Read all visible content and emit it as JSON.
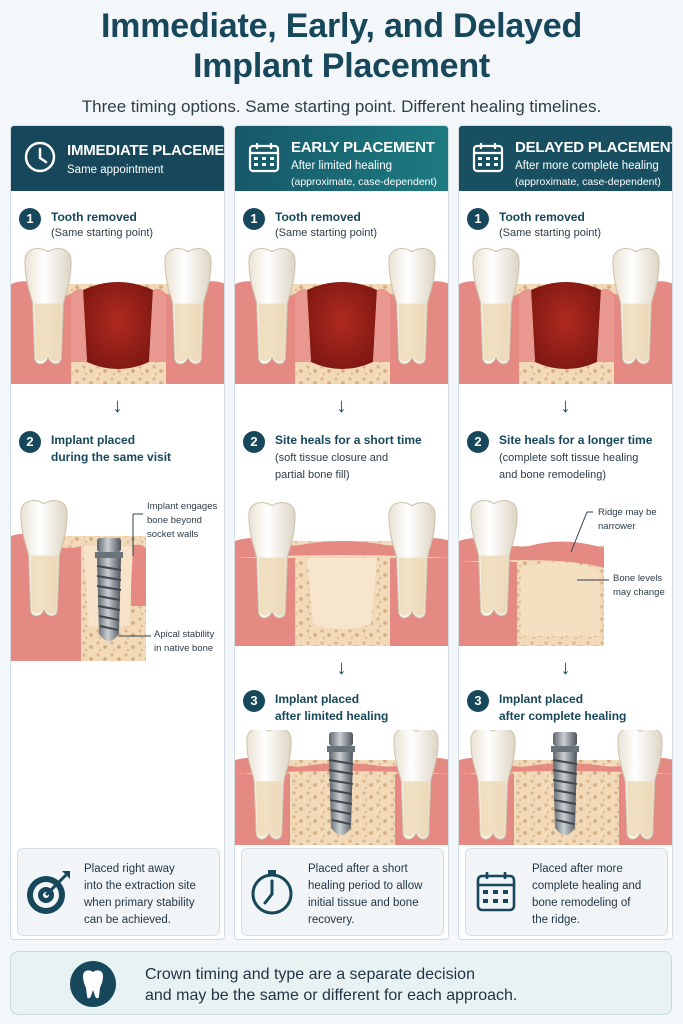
{
  "title_line1": "Immediate, Early, and Delayed",
  "title_line2": "Implant Placement",
  "subtitle": "Three timing options. Same starting point. Different healing timelines.",
  "colors": {
    "navy": "#17475a",
    "teal": "#1d7b80",
    "gum": "#e58a82",
    "bone": "#f2d9b8",
    "socket": "#a8261e",
    "metal": "#8a9299"
  },
  "columns": [
    {
      "icon": "clock-icon",
      "title": "IMMEDIATE PLACEMENT",
      "subtitle": "Same appointment",
      "step1": {
        "num": "1",
        "title": "Tooth removed",
        "line": "(Same starting point)"
      },
      "step2": {
        "num": "2",
        "title": "Implant placed",
        "line": "during the same visit"
      },
      "note_top": [
        "Implant engages",
        "bone beyond",
        "socket walls"
      ],
      "note_bottom": [
        "Apical stability",
        "in native bone"
      ],
      "summary": [
        "Placed right away",
        "into the extraction site",
        "when primary stability",
        "can be achieved."
      ],
      "summary_icon": "target-icon"
    },
    {
      "icon": "calendar-icon",
      "title": "EARLY PLACEMENT",
      "subtitle": "After limited healing",
      "subtitle2": "(approximate, case-dependent)",
      "step1": {
        "num": "1",
        "title": "Tooth removed",
        "line": "(Same starting point)"
      },
      "step2": {
        "num": "2",
        "title": "Site heals for a short time",
        "line1": "(soft tissue closure and",
        "line2": "partial bone fill)"
      },
      "step3": {
        "num": "3",
        "title": "Implant placed",
        "line": "after limited healing"
      },
      "summary": [
        "Placed after a short",
        "healing period to allow",
        "initial tissue and bone",
        "recovery."
      ],
      "summary_icon": "stopwatch-icon"
    },
    {
      "icon": "calendar-icon",
      "title": "DELAYED PLACEMENT",
      "subtitle": "After more complete healing",
      "subtitle2": "(approximate, case-dependent)",
      "step1": {
        "num": "1",
        "title": "Tooth removed",
        "line": "(Same starting point)"
      },
      "step2": {
        "num": "2",
        "title": "Site heals for a longer time",
        "line1": "(complete soft tissue healing",
        "line2": "and bone remodeling)"
      },
      "note_top": [
        "Ridge may be",
        "narrower"
      ],
      "note_bottom": [
        "Bone levels",
        "may change"
      ],
      "step3": {
        "num": "3",
        "title": "Implant placed",
        "line": "after complete healing"
      },
      "summary": [
        "Placed after more",
        "complete healing and",
        "bone remodeling of",
        "the ridge."
      ],
      "summary_icon": "calendar-icon"
    }
  ],
  "arrow_glyph": "↓",
  "footer": {
    "icon": "tooth-icon",
    "line1": "Crown timing and type are a separate decision",
    "line2": "and may be the same or different for each approach."
  }
}
